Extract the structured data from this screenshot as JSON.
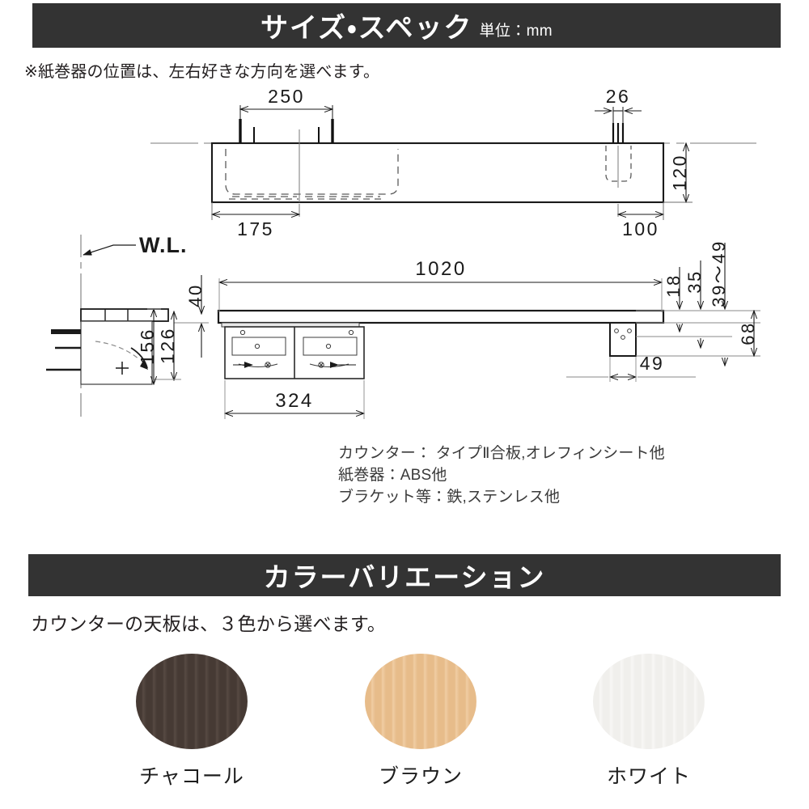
{
  "spec_section": {
    "bar_title": "サイズ・スペック",
    "bar_subtitle": "単位：mm",
    "note": "※紙巻器の位置は、左右好きな方向を選べます。",
    "plan_view": {
      "dim_250": "250",
      "dim_175": "175",
      "dim_26": "26",
      "dim_100": "100",
      "dim_120": "120"
    },
    "elevation_view": {
      "label_wl": "W.L.",
      "dim_1020": "1020",
      "dim_40": "40",
      "dim_156": "156",
      "dim_126": "126",
      "dim_324": "324",
      "dim_18": "18",
      "dim_35": "35",
      "dim_39_49": "39〜49",
      "dim_68": "68",
      "dim_49": "49"
    },
    "materials": [
      "カウンター： タイプⅡ合板,オレフィンシート他",
      "紙巻器：ABS他",
      "ブラケット等：鉄,ステンレス他"
    ]
  },
  "color_section": {
    "bar_title": "カラーバリエーション",
    "note": "カウンターの天板は、３色から選べます。",
    "swatches": [
      {
        "label": "チャコール",
        "color": "#463a34",
        "highlight": "#574a43"
      },
      {
        "label": "ブラウン",
        "color": "#e7bc8a",
        "highlight": "#f0cda3"
      },
      {
        "label": "ホワイト",
        "color": "#f0efec",
        "highlight": "#f8f7f5"
      }
    ]
  },
  "drawing_colors": {
    "line": "#1a1a1a",
    "thin": "#4d4d4d",
    "dim": "#555555",
    "fill_light": "#fbfbfb"
  }
}
